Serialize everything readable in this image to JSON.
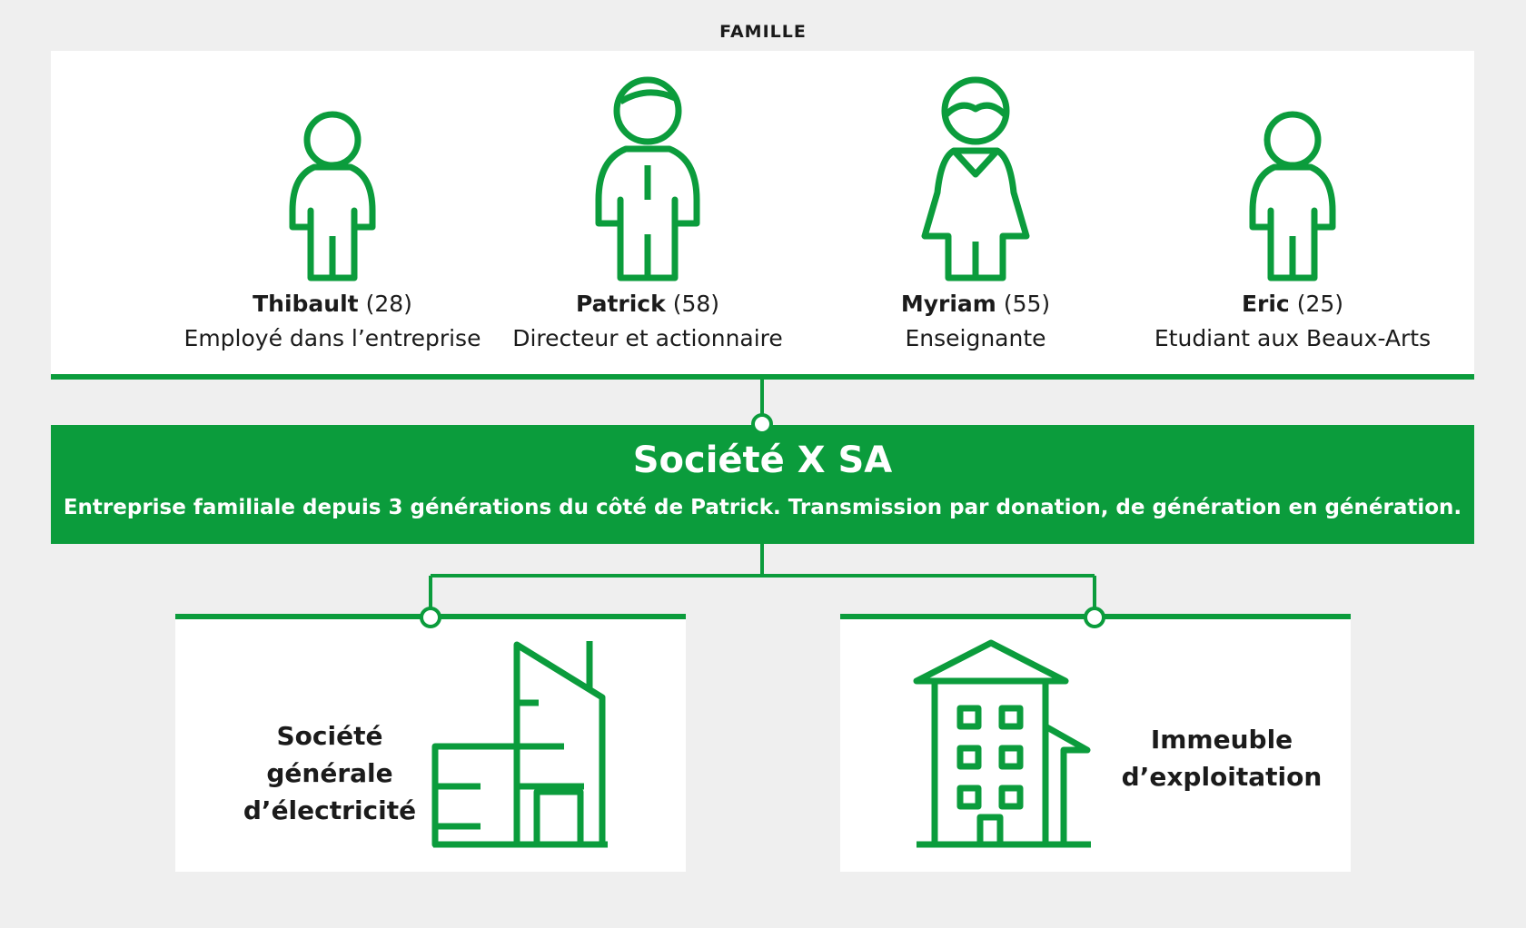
{
  "section_label": "FAMILLE",
  "family": [
    {
      "name": "Thibault",
      "age": "(28)",
      "role": "Employé dans l’entreprise",
      "icon": "young-man-icon"
    },
    {
      "name": "Patrick",
      "age": "(58)",
      "role": "Directeur et actionnaire",
      "icon": "man-with-tie-icon"
    },
    {
      "name": "Myriam",
      "age": "(55)",
      "role": "Enseignante",
      "icon": "woman-icon"
    },
    {
      "name": "Eric",
      "age": "(25)",
      "role": "Etudiant aux Beaux-Arts",
      "icon": "young-man-icon"
    }
  ],
  "company": {
    "name": "Société X SA",
    "description": "Entreprise familiale depuis 3 générations du côté de Patrick. Transmission par donation, de génération en génération."
  },
  "subsidiaries": [
    {
      "label_lines": [
        "Société",
        "générale",
        "d’électricité"
      ],
      "icon": "office-building-icon"
    },
    {
      "label_lines": [
        "Immeuble",
        "d’exploitation"
      ],
      "icon": "apartment-building-icon"
    }
  ],
  "colors": {
    "accent": "#0b9c3c",
    "background": "#efefef",
    "panel": "#ffffff"
  }
}
